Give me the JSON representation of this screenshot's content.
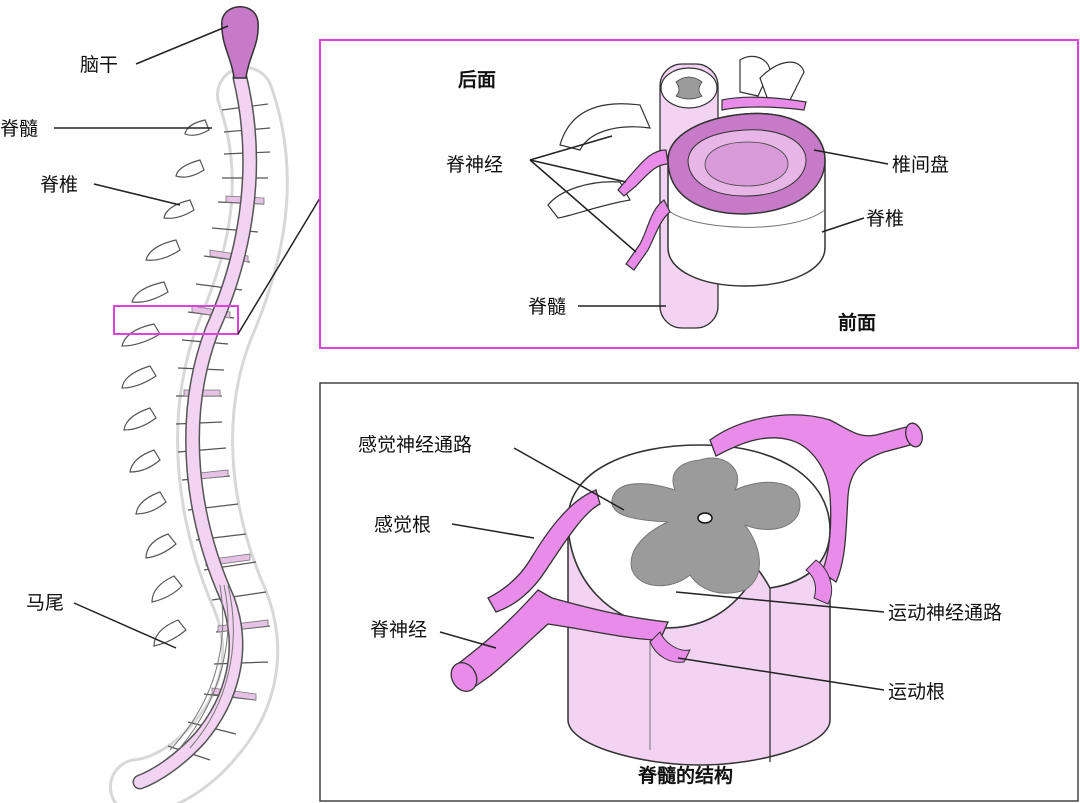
{
  "colors": {
    "nerve_pink": "#e98be9",
    "cord_pink": "#f2d3f2",
    "disc_purple": "#c77ac7",
    "gray_matter": "#9b9b9b",
    "frame_magenta": "#dd44dd",
    "outline": "#222222"
  },
  "left_panel": {
    "labels": {
      "brainstem": "脑干",
      "spinal_cord": "脊髓",
      "vertebra": "脊椎",
      "cauda_equina": "马尾"
    }
  },
  "top_panel": {
    "labels": {
      "posterior": "后面",
      "spinal_nerve": "脊神经",
      "disc": "椎间盘",
      "vertebra": "脊椎",
      "spinal_cord": "脊髓",
      "anterior": "前面"
    }
  },
  "bottom_panel": {
    "labels": {
      "sensory_pathway": "感觉神经通路",
      "sensory_root": "感觉根",
      "spinal_nerve": "脊神经",
      "motor_pathway": "运动神经通路",
      "motor_root": "运动根"
    },
    "caption": "脊髓的结构"
  }
}
